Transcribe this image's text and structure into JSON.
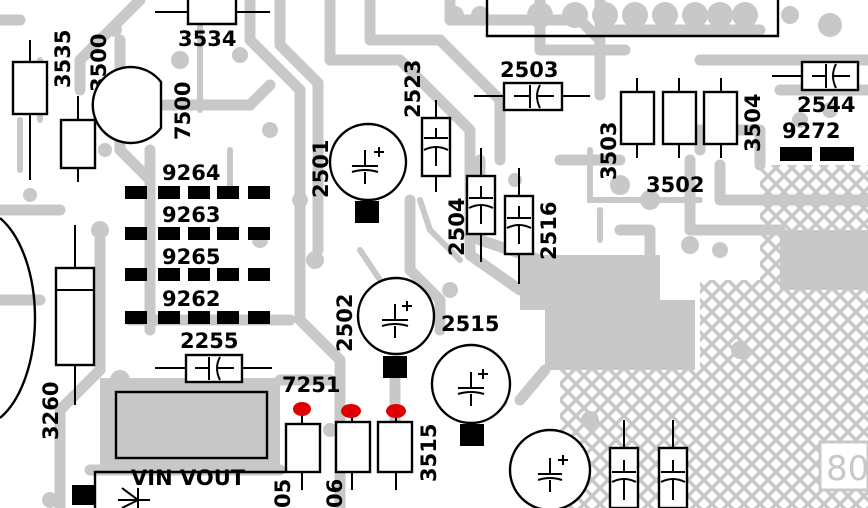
{
  "colors": {
    "background": "#ffffff",
    "copper": "#c8c8c8",
    "silkscreen": "#000000",
    "pad": "#000000",
    "marker": "#e00000"
  },
  "labels": {
    "r3535": "3535",
    "r3500": "3500",
    "r3534": "3534",
    "q7500": "7500",
    "c2501": "2501",
    "c2523": "2523",
    "c2503": "2503",
    "r3503": "3503",
    "r3504": "3504",
    "r3502": "3502",
    "c2544": "2544",
    "j9272": "9272",
    "j9264": "9264",
    "j9263": "9263",
    "j9265": "9265",
    "j9262": "9262",
    "c2504": "2504",
    "c2516": "2516",
    "c2502": "2502",
    "c2515": "2515",
    "c2255": "2255",
    "r3260": "3260",
    "ic7251": "7251",
    "r3515": "3515",
    "vin_vout": "VIN VOUT",
    "cut_05": "05",
    "cut_06": "06",
    "cut_80": "80"
  }
}
